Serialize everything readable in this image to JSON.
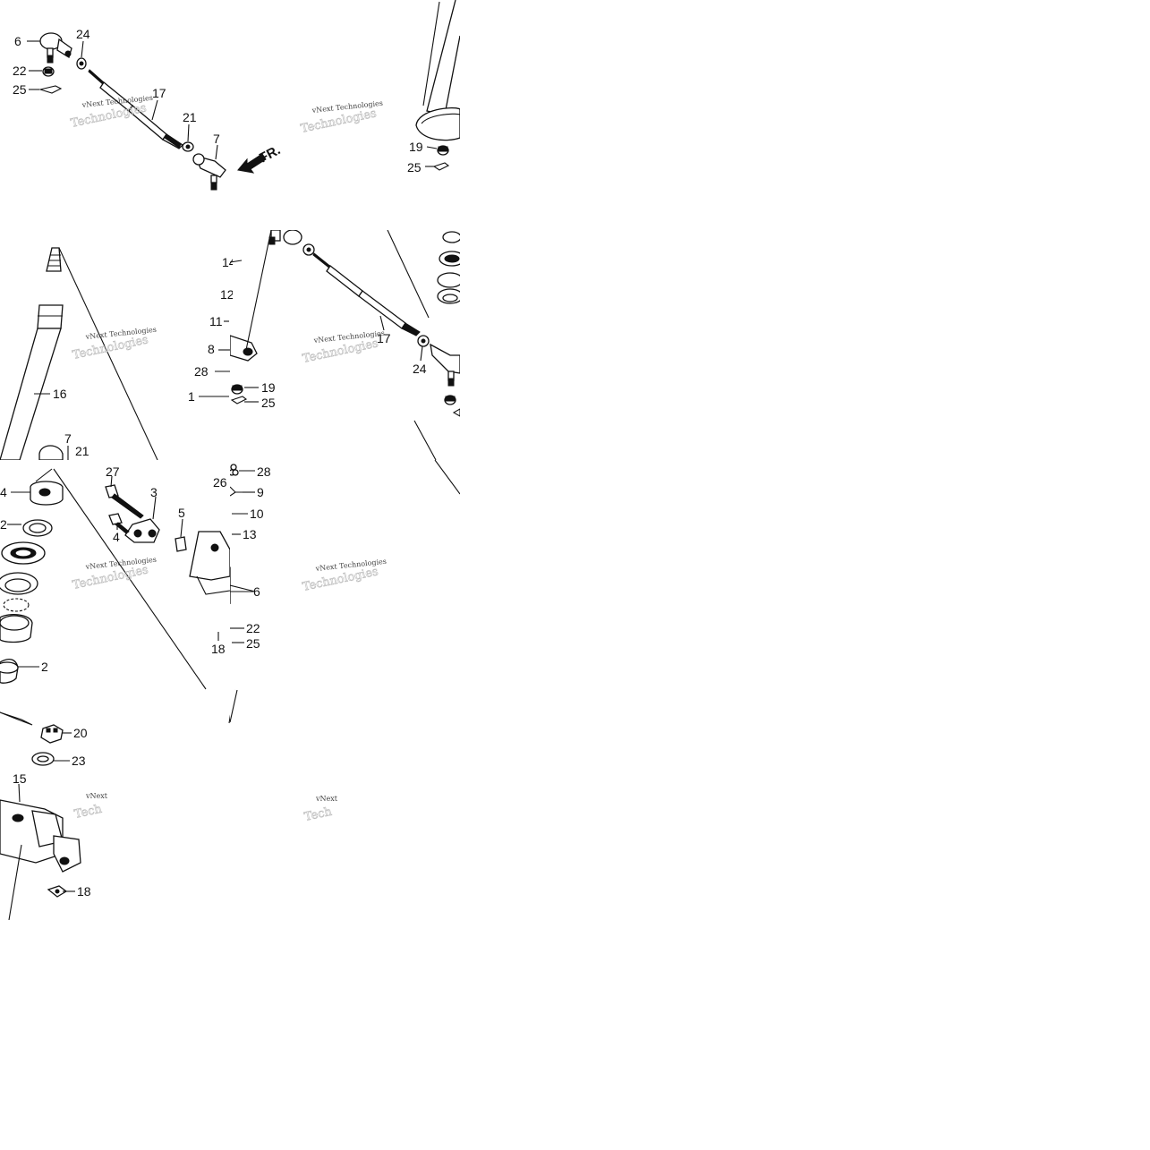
{
  "watermark": {
    "line1": "vNext Technologies",
    "line2": "Technologies",
    "partial": "vNext",
    "partial2": "Tech"
  },
  "direction_label": "FR.",
  "callouts": {
    "t1": [
      "6",
      "24",
      "22",
      "25",
      "17",
      "21",
      "7"
    ],
    "t2": [
      "19",
      "25"
    ],
    "t3": [
      "16",
      "7",
      "21"
    ],
    "t4": [
      "14",
      "12",
      "11",
      "8",
      "28",
      "1",
      "19",
      "25"
    ],
    "t5": [
      "17",
      "24"
    ],
    "t6": [
      "4",
      "2",
      "2",
      "20",
      "23",
      "15",
      "18",
      "27",
      "3",
      "4",
      "5"
    ],
    "t7": [
      "28",
      "26",
      "9",
      "10",
      "13",
      "6",
      "22",
      "18",
      "25"
    ]
  },
  "colors": {
    "ink": "#111111",
    "paper": "#ffffff",
    "watermark": "#444444"
  }
}
